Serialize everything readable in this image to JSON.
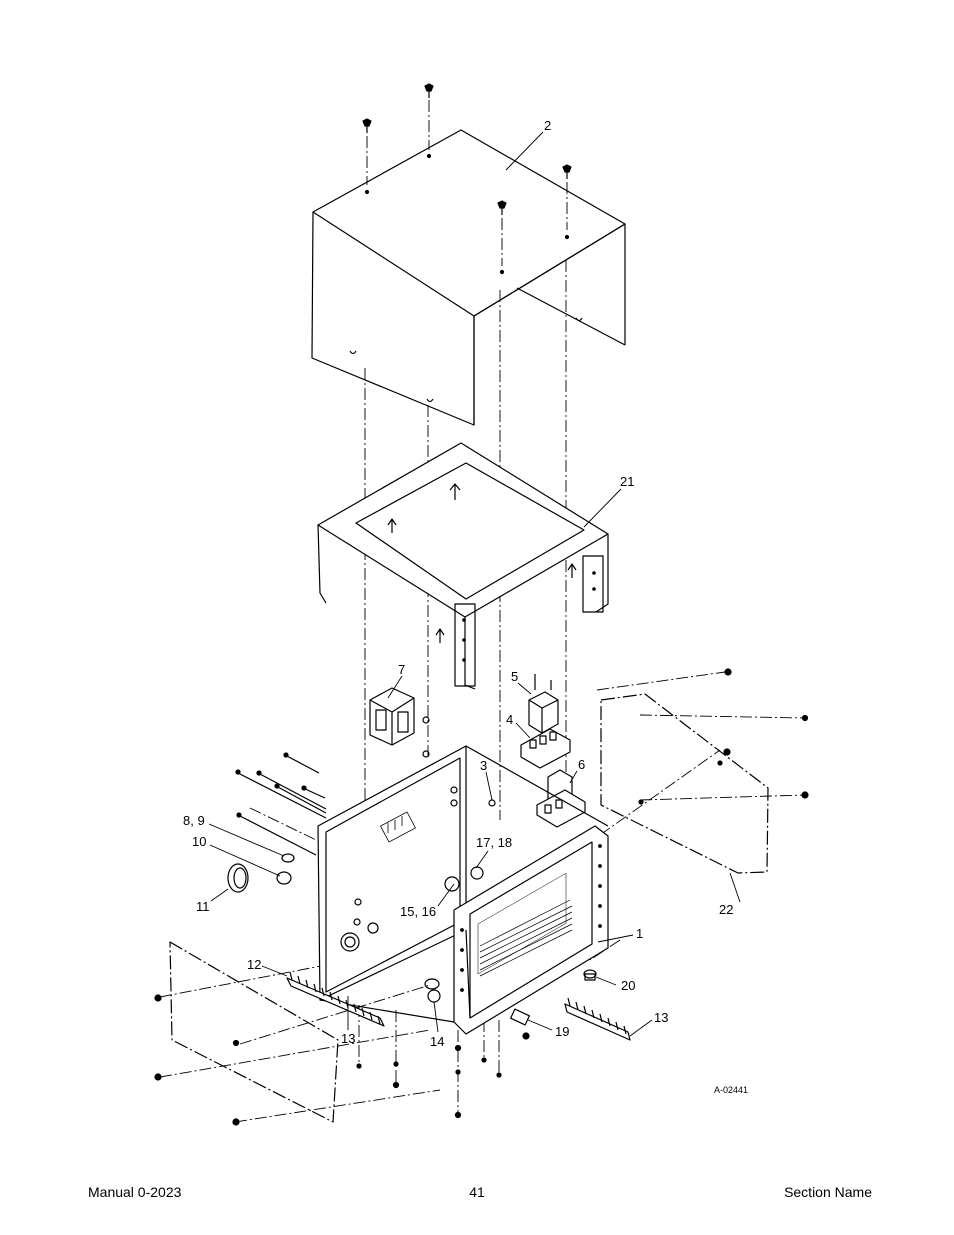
{
  "callouts": {
    "c1": "1",
    "c2": "2",
    "c3": "3",
    "c4": "4",
    "c5": "5",
    "c6": "6",
    "c7": "7",
    "c8_9": "8, 9",
    "c10": "10",
    "c11": "11",
    "c12": "12",
    "c13a": "13",
    "c13b": "13",
    "c14": "14",
    "c15_16": "15, 16",
    "c17_18": "17, 18",
    "c19": "19",
    "c20": "20",
    "c21": "21",
    "c22": "22"
  },
  "drawing_number": "A-02441",
  "footer": {
    "left": "Manual 0-2023",
    "page": "41",
    "right": "Section Name"
  }
}
